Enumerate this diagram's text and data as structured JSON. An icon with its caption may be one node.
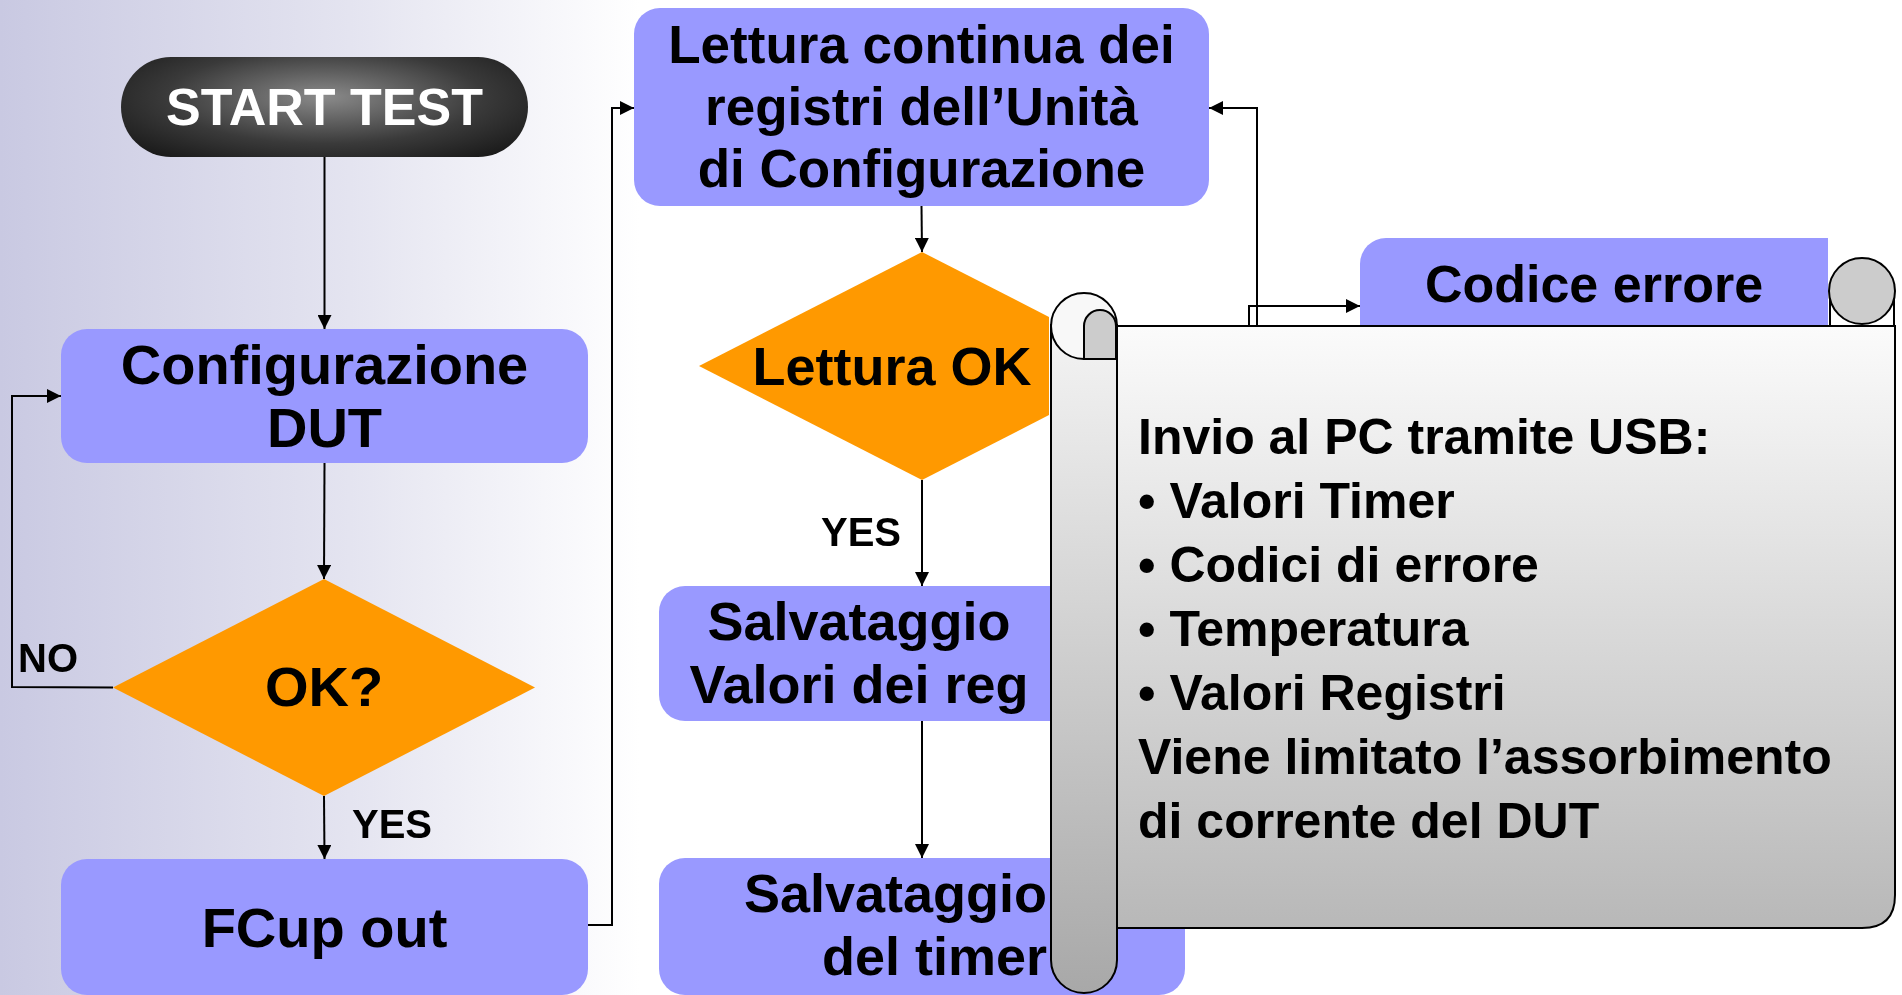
{
  "diagram": {
    "nodes": [
      {
        "text": [
          "START TEST"
        ]
      },
      {
        "text": [
          "Configurazione DUT"
        ]
      },
      {
        "text": [
          "OK?"
        ]
      },
      {
        "text": [
          "FCup out"
        ]
      },
      {
        "text": [
          "Lettura continua dei registri dell’Unità di Configurazione"
        ]
      },
      {
        "text": [
          "Lettura OK"
        ]
      },
      {
        "text": [
          "Salvataggio Valori dei reg"
        ]
      },
      {
        "text": [
          "Salvataggio del timer"
        ]
      },
      {
        "text": [
          "Codice errore"
        ]
      },
      {
        "text": [
          "Invio al PC tramite USB:",
          "• Valori Timer",
          "• Codici di errore",
          "• Temperatura",
          "• Valori Registri",
          "Viene limitato l’assorbimento di corrente del DUT"
        ]
      }
    ],
    "edges": [
      {
        "from": 0,
        "to": 1,
        "arrow": "to"
      },
      {
        "from": 1,
        "to": 2,
        "arrow": "to"
      },
      {
        "from": 2,
        "to": 1,
        "arrow": "to",
        "label": "NO"
      },
      {
        "from": 2,
        "to": 3,
        "arrow": "to",
        "label": "YES"
      },
      {
        "from": 3,
        "to": 4,
        "arrow": "to"
      },
      {
        "from": 4,
        "to": 5,
        "arrow": "to"
      },
      {
        "from": 5,
        "to": 6,
        "arrow": "to",
        "label": "YES"
      },
      {
        "from": 6,
        "to": 7,
        "arrow": "to"
      },
      {
        "from": 9,
        "to": 8,
        "arrow": "to"
      },
      {
        "from": 9,
        "to": 4,
        "arrow": "to"
      }
    ]
  }
}
